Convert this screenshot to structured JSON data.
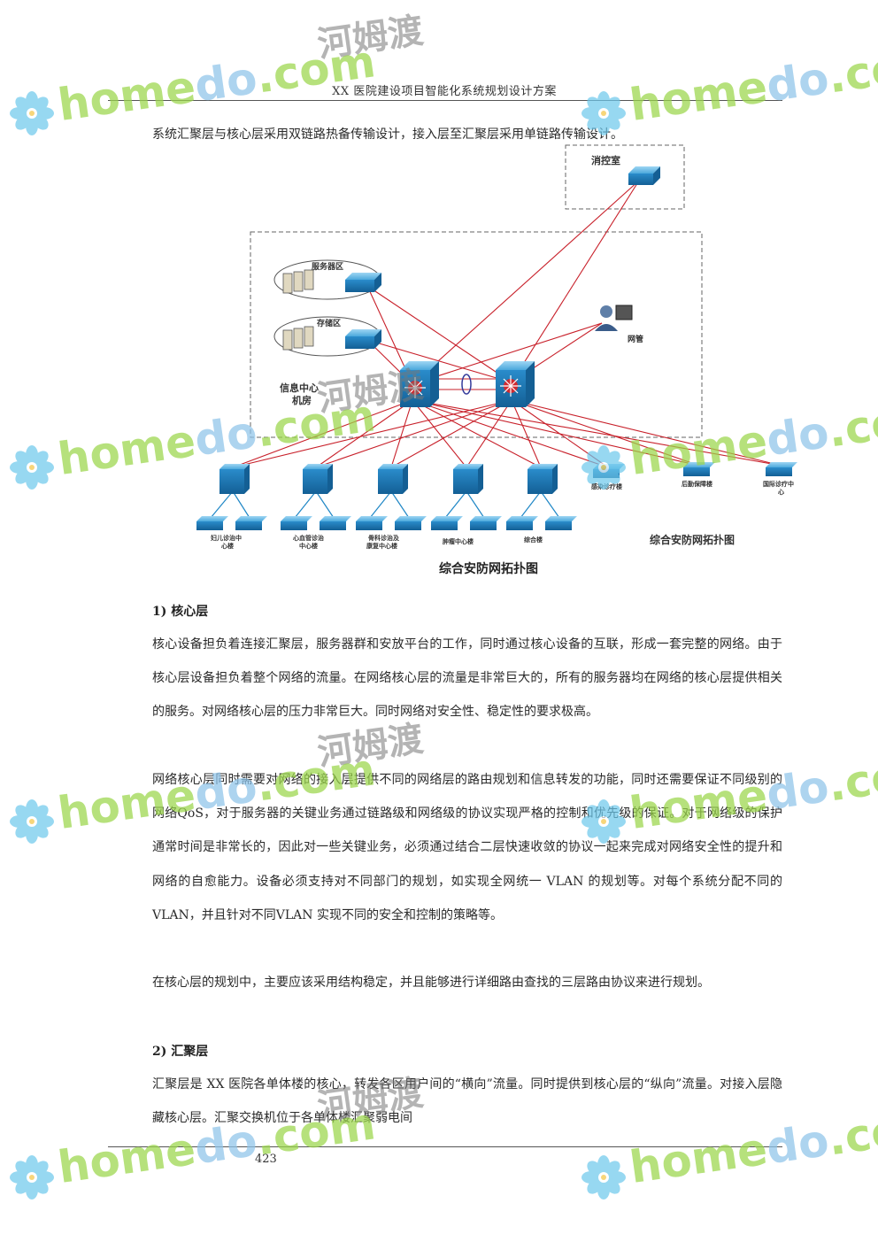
{
  "header": {
    "title": "XX 医院建设项目智能化系统规划设计方案"
  },
  "intro": "系统汇聚层与核心层采用双链路热备传输设计，接入层至汇聚层采用单链路传输设计。",
  "diagram": {
    "fire_control": "消控室",
    "server_zone": "服务器区",
    "storage_zone": "存储区",
    "network_mgmt": "网管",
    "info_center_l1": "信息中心",
    "info_center_l2": "机房",
    "buildings": [
      {
        "l1": "妇儿诊治中",
        "l2": "心楼"
      },
      {
        "l1": "心血管诊治",
        "l2": "中心楼"
      },
      {
        "l1": "骨科诊治及",
        "l2": "康复中心楼"
      },
      {
        "l1": "肿瘤中心楼",
        "l2": ""
      },
      {
        "l1": "综合楼",
        "l2": ""
      }
    ],
    "right_buildings": [
      {
        "l1": "感染诊疗楼",
        "l2": ""
      },
      {
        "l1": "后勤保障楼",
        "l2": ""
      },
      {
        "l1": "国际诊疗中",
        "l2": "心"
      }
    ],
    "inner_title": "综合安防网拓扑图"
  },
  "caption": "综合安防网拓扑图",
  "section1": {
    "heading": "1) 核心层",
    "p1": "核心设备担负着连接汇聚层，服务器群和安放平台的工作，同时通过核心设备的互联，形成一套完整的网络。由于核心层设备担负着整个网络的流量。在网络核心层的流量是非常巨大的，所有的服务器均在网络的核心层提供相关的服务。对网络核心层的压力非常巨大。同时网络对安全性、稳定性的要求极高。",
    "p2": "网络核心层同时需要对网络的接入层提供不同的网络层的路由规划和信息转发的功能，同时还需要保证不同级别的网络QoS，对于服务器的关键业务通过链路级和网络级的协议实现严格的控制和优先级的保证。对于网络级的保护通常时间是非常长的，因此对一些关键业务，必须通过结合二层快速收敛的协议一起来完成对网络安全性的提升和网络的自愈能力。设备必须支持对不同部门的规划，如实现全网统一 VLAN 的规划等。对每个系统分配不同的 VLAN，并且针对不同VLAN 实现不同的安全和控制的策略等。",
    "p3": "在核心层的规划中，主要应该采用结构稳定，并且能够进行详细路由查找的三层路由协议来进行规划。"
  },
  "section2": {
    "heading": "2) 汇聚层",
    "p1": "汇聚层是 XX 医院各单体楼的核心，转发各区用户间的“横向”流量。同时提供到核心层的“纵向”流量。对接入层隐藏核心层。汇聚交换机位于各单体楼汇聚弱电间"
  },
  "footer": {
    "page": "423"
  },
  "watermark": {
    "brand_a": "home",
    "brand_b": "do",
    "brand_c": ".com",
    "cn": "河姆渡"
  },
  "colors": {
    "link": "#c8202a",
    "switch": "#1f87c6",
    "brand_green": "#9bd64a",
    "brand_blue": "#8ec4ea"
  }
}
